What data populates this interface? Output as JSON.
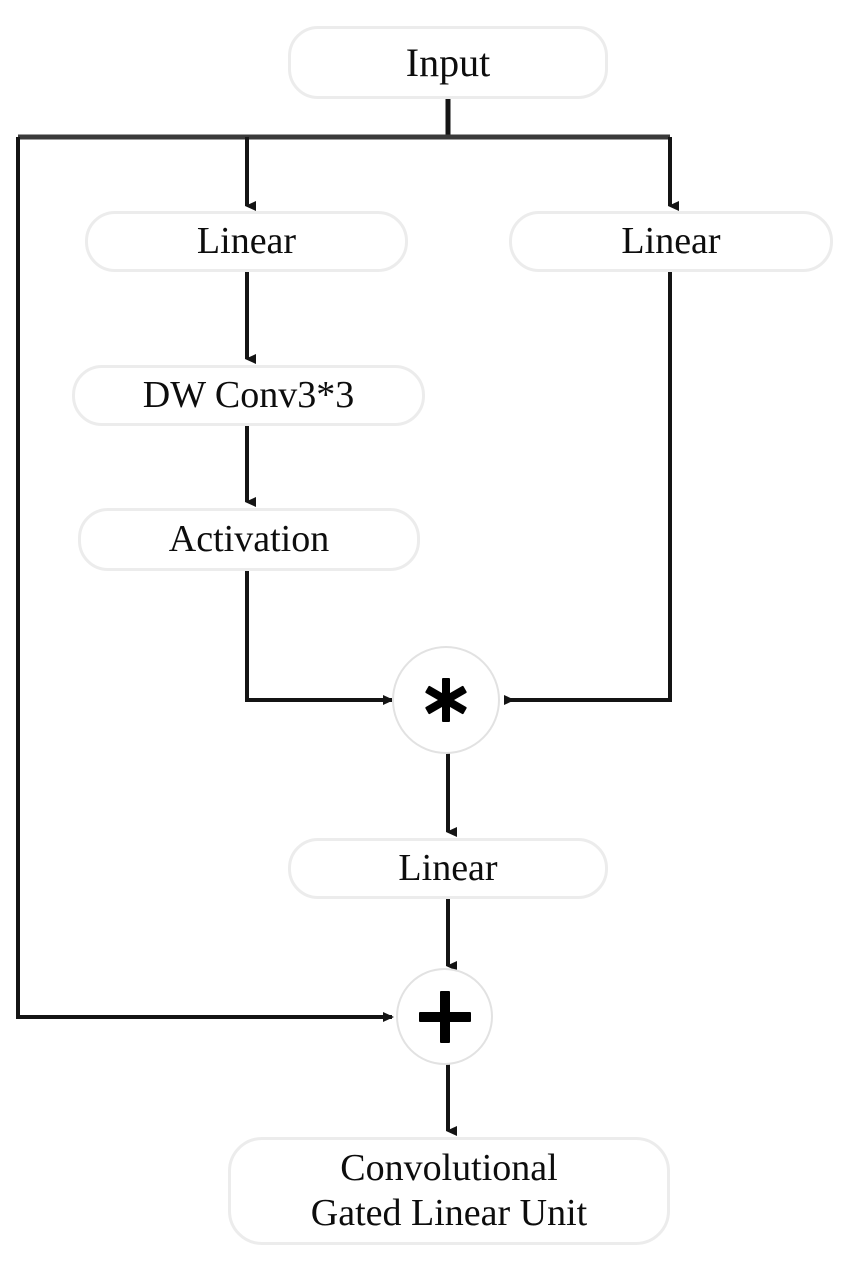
{
  "diagram": {
    "title": "Convolutional Gated Linear Unit",
    "type": "flowchart",
    "background_color": "#ffffff",
    "node_border_color": "#ececec",
    "edge_color": "#1a1a1a",
    "text_color": "#0d0d0d"
  },
  "nodes": {
    "input": {
      "label": "Input"
    },
    "linear_left": {
      "label": "Linear"
    },
    "linear_right": {
      "label": "Linear"
    },
    "dw_conv": {
      "label": "DW Conv3*3"
    },
    "activation": {
      "label": "Activation"
    },
    "linear_bottom": {
      "label": "Linear"
    },
    "output": {
      "label": "Convolutional\nGated Linear Unit"
    }
  },
  "operators": {
    "multiply": {
      "symbol": "*",
      "icon": "asterisk-icon",
      "name": "element-wise-multiply"
    },
    "add": {
      "symbol": "+",
      "icon": "plus-icon",
      "name": "element-wise-add"
    }
  },
  "edges": [
    {
      "from": "input",
      "to": "fan-bus",
      "style": "solid"
    },
    {
      "from": "fan-bus",
      "to": "linear_left",
      "style": "solid-arrow"
    },
    {
      "from": "fan-bus",
      "to": "linear_right",
      "style": "solid-arrow"
    },
    {
      "from": "fan-bus",
      "to": "add",
      "style": "solid-arrow",
      "note": "residual skip connection"
    },
    {
      "from": "linear_left",
      "to": "dw_conv",
      "style": "solid-arrow"
    },
    {
      "from": "dw_conv",
      "to": "activation",
      "style": "solid-arrow"
    },
    {
      "from": "activation",
      "to": "multiply",
      "style": "solid-arrow"
    },
    {
      "from": "linear_right",
      "to": "multiply",
      "style": "solid-arrow"
    },
    {
      "from": "multiply",
      "to": "linear_bottom",
      "style": "solid-arrow"
    },
    {
      "from": "linear_bottom",
      "to": "add",
      "style": "solid-arrow"
    },
    {
      "from": "add",
      "to": "output",
      "style": "solid-arrow"
    }
  ]
}
